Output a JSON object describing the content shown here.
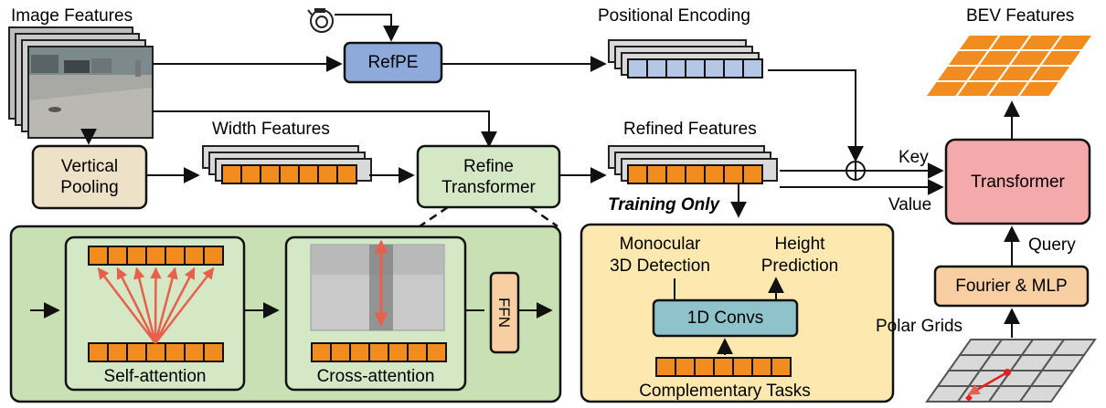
{
  "labels": {
    "image_features": "Image Features",
    "positional_encoding": "Positional Encoding",
    "bev_features": "BEV Features",
    "width_features": "Width Features",
    "refined_features": "Refined Features",
    "key": "Key",
    "value": "Value",
    "query": "Query",
    "training_only": "Training Only",
    "polar_grids": "Polar Grids",
    "self_attention": "Self-attention",
    "cross_attention": "Cross-attention",
    "complementary_tasks": "Complementary Tasks",
    "monocular_line1": "Monocular",
    "monocular_line2": "3D Detection",
    "height_line1": "Height",
    "height_line2": "Prediction"
  },
  "blocks": {
    "refpe": "RefPE",
    "vertical_pooling_line1": "Vertical",
    "vertical_pooling_line2": "Pooling",
    "refine_line1": "Refine",
    "refine_line2": "Transformer",
    "transformer": "Transformer",
    "fourier_mlp": "Fourier & MLP",
    "conv1d": "1D Convs",
    "ffn": "FFN"
  },
  "icons": {
    "camera": "camera-icon",
    "add": "circled-plus-icon"
  },
  "colors": {
    "orange_cell": "#f28c1e",
    "refpe_fill": "#8eaadb",
    "pe_cell": "#b4c7e7",
    "green_fill": "#d4e8c6",
    "green_panel": "#c8e0b4",
    "beige_fill": "#ede1c8",
    "transformer_fill": "#f4a9ab",
    "fourier_fill": "#f8cfa2",
    "yellow_panel": "#fde9b0",
    "teal_fill": "#8fc3cc",
    "arrow_red": "#e8604c"
  }
}
